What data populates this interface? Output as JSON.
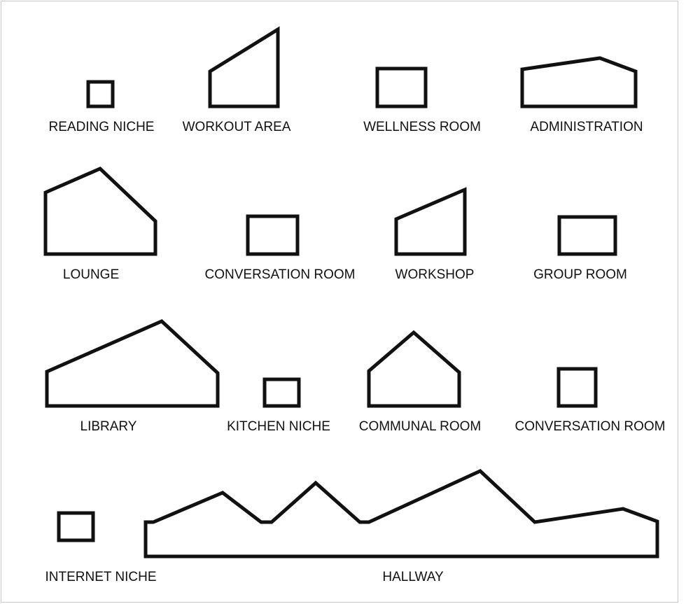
{
  "rooms": [
    {
      "id": "reading-niche",
      "label": "READING NICHE"
    },
    {
      "id": "workout-area",
      "label": "WORKOUT AREA"
    },
    {
      "id": "wellness-room",
      "label": "WELLNESS ROOM"
    },
    {
      "id": "administration",
      "label": "ADMINISTRATION"
    },
    {
      "id": "lounge",
      "label": "LOUNGE"
    },
    {
      "id": "conversation-room-1",
      "label": "CONVERSATION ROOM"
    },
    {
      "id": "workshop",
      "label": "WORKSHOP"
    },
    {
      "id": "group-room",
      "label": "GROUP ROOM"
    },
    {
      "id": "library",
      "label": "LIBRARY"
    },
    {
      "id": "kitchen-niche",
      "label": "KITCHEN NICHE"
    },
    {
      "id": "communal-room",
      "label": "COMMUNAL ROOM"
    },
    {
      "id": "conversation-room-2",
      "label": "CONVERSATION ROOM"
    },
    {
      "id": "internet-niche",
      "label": "INTERNET NICHE"
    },
    {
      "id": "hallway",
      "label": "HALLWAY"
    }
  ],
  "colors": {
    "stroke": "#111111",
    "background": "#ffffff",
    "border": "#c8c8c8"
  }
}
